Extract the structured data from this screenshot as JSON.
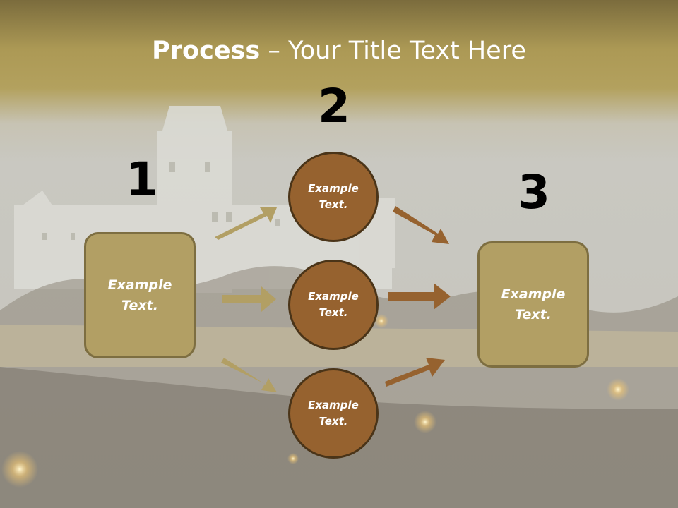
{
  "title": {
    "bold": "Process",
    "rest": " – Your Title Text Here"
  },
  "steps": {
    "one": {
      "number": "1",
      "text": "Example Text."
    },
    "two": {
      "number": "2",
      "items": [
        "Example Text.",
        "Example Text.",
        "Example Text."
      ]
    },
    "three": {
      "number": "3",
      "text": "Example Text."
    }
  },
  "colors": {
    "box_fill": "#b29f64",
    "circle_fill": "#96622f",
    "arrow_left": "#b29f64",
    "arrow_right": "#96622f"
  }
}
